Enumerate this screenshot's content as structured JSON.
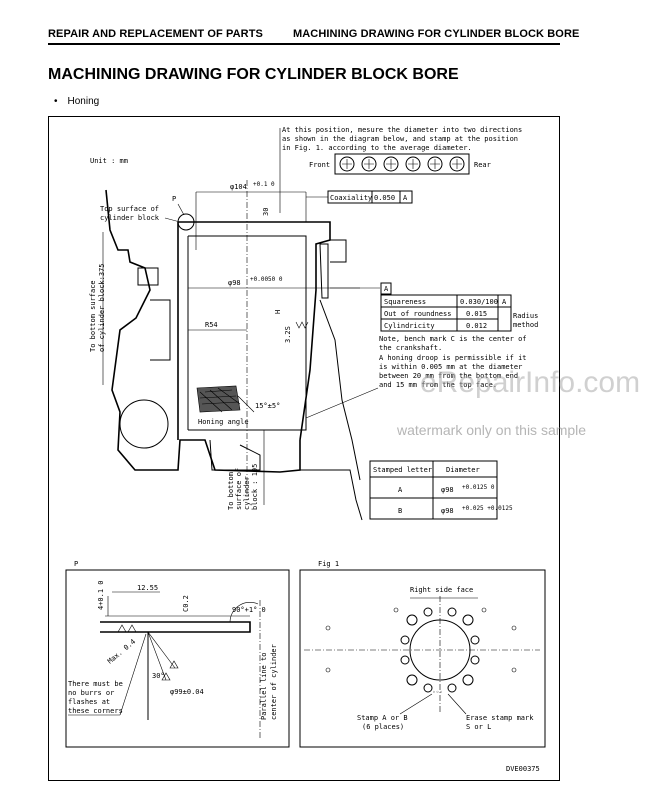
{
  "header": {
    "left": "REPAIR AND REPLACEMENT OF PARTS",
    "right": "MACHINING DRAWING FOR CYLINDER BLOCK BORE"
  },
  "title": "MACHINING DRAWING FOR CYLINDER BLOCK BORE",
  "bullet": {
    "symbol": "•",
    "text": "Honing"
  },
  "main_view": {
    "note_top": [
      "At this position, mesure the diameter into two directions",
      "as shown in the diagram below, and stamp at the position",
      "in Fig. 1. according to the average diameter."
    ],
    "unit": "Unit : mm",
    "front": "Front",
    "rear": "Rear",
    "label_p": "P",
    "top_surface": [
      "Top surface of",
      "cylinder block"
    ],
    "dim_104": "φ104",
    "dim_104_tol": "+0.1 0",
    "dim_30": "30",
    "coaxiality": {
      "label": "Coaxiality",
      "value": "0.050",
      "datum": "A"
    },
    "datum_a": "A",
    "dim_98": "φ98",
    "dim_98_tol": "+0.0050 0",
    "r54": "R54",
    "h_mark": "H",
    "roughness": "3.2S",
    "to_bottom_375": [
      "To bottom surface",
      "of cylinder block:375"
    ],
    "tolerances": [
      {
        "label": "Squareness",
        "value": "0.030/100",
        "datum": "A"
      },
      {
        "label": "Out of roundness",
        "value": "0.015"
      },
      {
        "label": "Cylindricity",
        "value": "0.012"
      }
    ],
    "radius_method": [
      "Radius",
      "method"
    ],
    "note_bench": [
      "Note, bench mark C is the center of",
      "the crankshaft."
    ],
    "note_honing": [
      "A honing droop is permissible if it",
      "is within 0.005 mm at the diameter",
      "between 20 mm from the bottom end",
      "and 15 mm from the top face."
    ],
    "angle": "15°±5°",
    "honing_angle": "Honing angle",
    "to_bottom_195": [
      "To bottom",
      "surface of",
      "cylinder",
      "block : 195"
    ],
    "stamp_table": {
      "headers": [
        "Stamped letter",
        "Diameter"
      ],
      "rows": [
        {
          "letter": "A",
          "dia": "φ98",
          "tol": "+0.0125 0"
        },
        {
          "letter": "B",
          "dia": "φ98",
          "tol": "+0.025 +0.0125"
        }
      ]
    }
  },
  "detail_p": {
    "label": "P",
    "dim_12_55": "12.55",
    "dim_4": "4+0.1 0",
    "dim_c02": "C0.2",
    "dim_90": "90°+1° 0",
    "max_04": "Max. 0.4",
    "angle_30": "30°",
    "dim_99": "φ99±0.04",
    "burr_note": [
      "There must be",
      "no burrs or",
      "flashes at",
      "these corners"
    ],
    "parallel": [
      "Parallel line to",
      "center of cylinder"
    ]
  },
  "fig1": {
    "label": "Fig 1",
    "right_side_face": "Right side face",
    "stamp_ab": [
      "Stamp A or B",
      "(6 places)"
    ],
    "erase": [
      "Erase stamp mark",
      "S or L"
    ]
  },
  "drawing_code": "DVE00375",
  "watermark": {
    "big": "eRepairInfo.com",
    "small": "watermark only on this sample"
  }
}
